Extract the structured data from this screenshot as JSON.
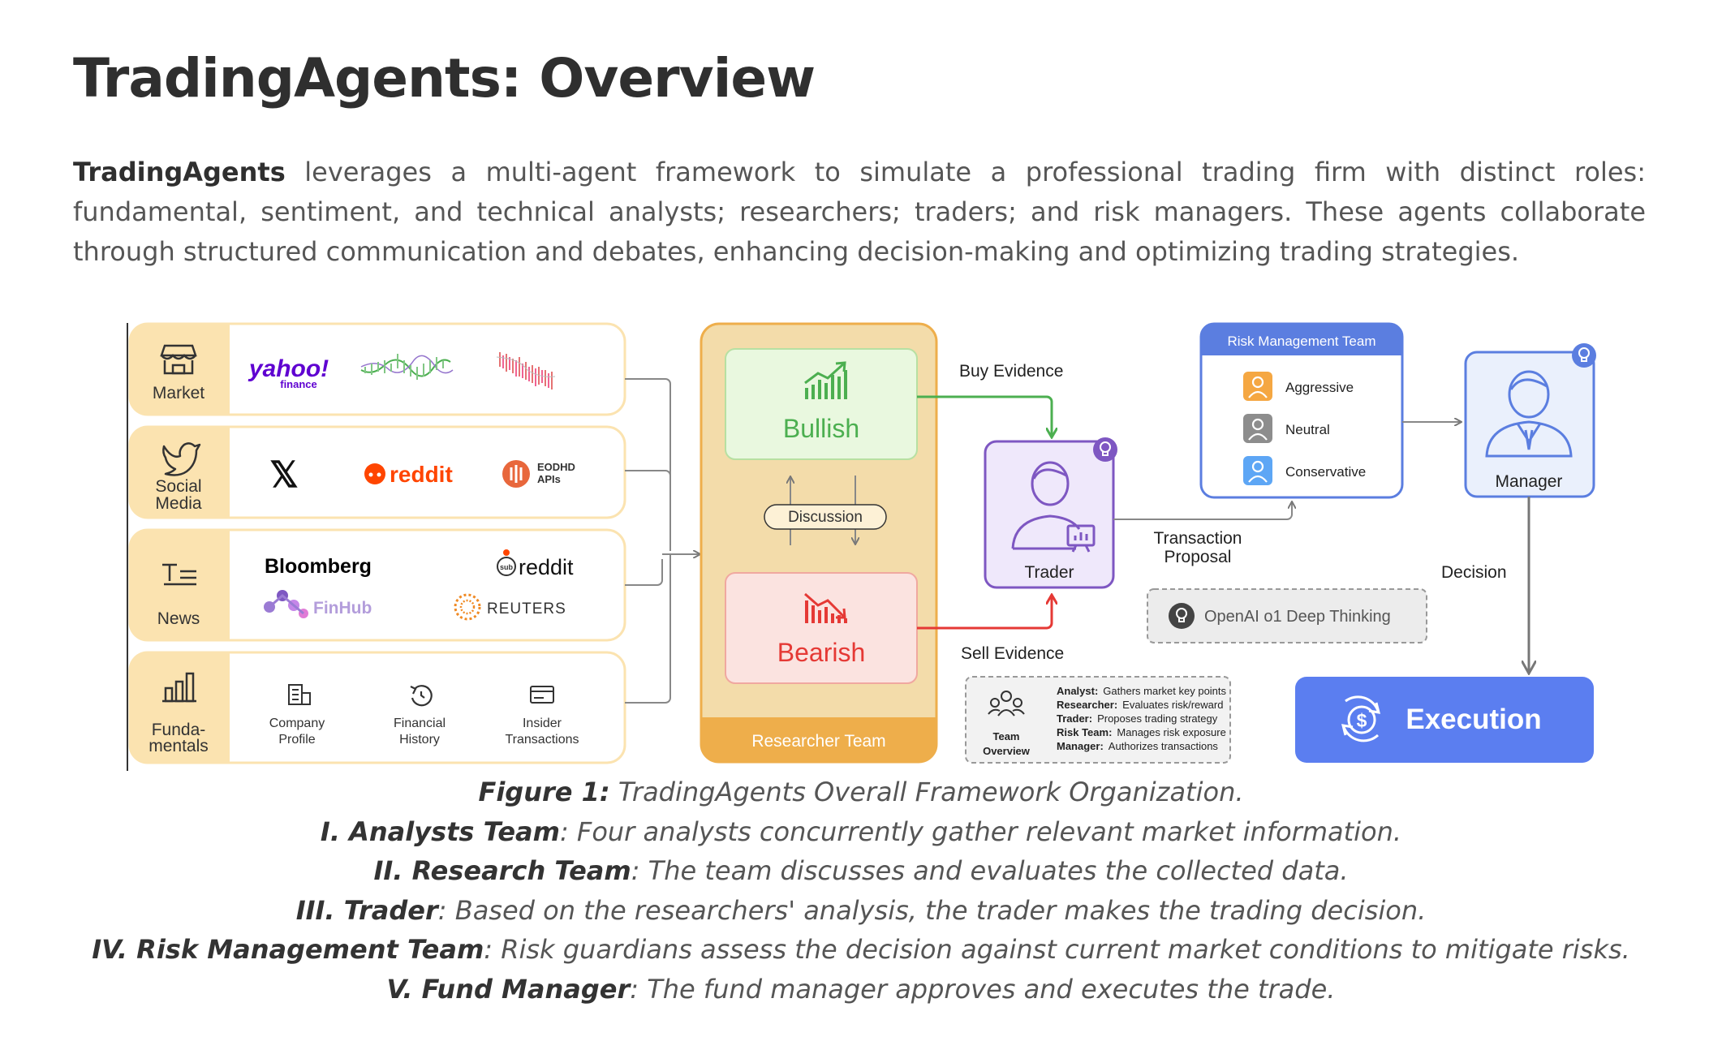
{
  "header": {
    "title": "TradingAgents: Overview"
  },
  "intro": {
    "bold": "TradingAgents",
    "text": " leverages a multi-agent framework to simulate a professional trading firm with distinct roles: fundamental, sentiment, and technical analysts; researchers; traders; and risk managers. These agents collaborate through structured communication and debates, enhancing decision-making and optimizing trading strategies."
  },
  "analysts": {
    "market": {
      "label": "Market",
      "sources": {
        "yahoo": "yahoo!",
        "yahoo_sub": "finance"
      }
    },
    "social": {
      "label_1": "Social",
      "label_2": "Media",
      "sources": {
        "x": "𝕏",
        "reddit": "reddit",
        "eodhd_1": "EODHD",
        "eodhd_2": "APIs"
      }
    },
    "news": {
      "label": "News",
      "sources": {
        "bloomberg": "Bloomberg",
        "reddit": "reddit",
        "reddit_sub": "sub",
        "finhub": "FinHub",
        "reuters": "REUTERS"
      }
    },
    "fundamentals": {
      "label_1": "Funda-",
      "label_2": "mentals",
      "items": {
        "company_1": "Company",
        "company_2": "Profile",
        "financial_1": "Financial",
        "financial_2": "History",
        "insider_1": "Insider",
        "insider_2": "Transactions"
      }
    }
  },
  "research": {
    "bullish": "Bullish",
    "bearish": "Bearish",
    "discussion": "Discussion",
    "team": "Researcher Team"
  },
  "flow": {
    "buy": "Buy Evidence",
    "sell": "Sell Evidence",
    "proposal_1": "Transaction",
    "proposal_2": "Proposal",
    "decision": "Decision"
  },
  "trader": {
    "label": "Trader"
  },
  "risk": {
    "title": "Risk Management Team",
    "items": [
      "Aggressive",
      "Neutral",
      "Conservative"
    ]
  },
  "manager": {
    "label": "Manager"
  },
  "openai": {
    "label": "OpenAI o1 Deep Thinking"
  },
  "overview": {
    "label_1": "Team",
    "label_2": "Overview",
    "rows": [
      {
        "role": "Analyst:",
        "desc": "Gathers market key points"
      },
      {
        "role": "Researcher:",
        "desc": "Evaluates risk/reward"
      },
      {
        "role": "Trader:",
        "desc": "Proposes trading strategy"
      },
      {
        "role": "Risk Team:",
        "desc": "Manages risk exposure"
      },
      {
        "role": "Manager:",
        "desc": "Authorizes transactions"
      }
    ]
  },
  "execution": {
    "label": "Execution",
    "symbol": "$"
  },
  "caption": [
    {
      "bold": "Figure 1:",
      "text": " TradingAgents Overall Framework Organization."
    },
    {
      "bold": "I. Analysts Team",
      "text": ": Four analysts concurrently gather relevant market information."
    },
    {
      "bold": "II. Research Team",
      "text": ": The team discusses and evaluates the collected data."
    },
    {
      "bold": "III. Trader",
      "text": ": Based on the researchers' analysis, the trader makes the trading decision."
    },
    {
      "bold": "IV. Risk Management Team",
      "text": ": Risk guardians assess the decision against current market conditions to mitigate risks."
    },
    {
      "bold": "V. Fund Manager",
      "text": ": The fund manager approves and executes the trade."
    }
  ],
  "colors": {
    "analyst_bg": "#fbe3b0",
    "researcher_bg": "#f3dcaa",
    "researcher_band": "#eeae4b",
    "bullish": "#4caf50",
    "bearish": "#e53935",
    "trader": "#7e57c2",
    "risk": "#5b7ee0",
    "execution": "#5b7ef0",
    "reddit": "#ff4500"
  }
}
